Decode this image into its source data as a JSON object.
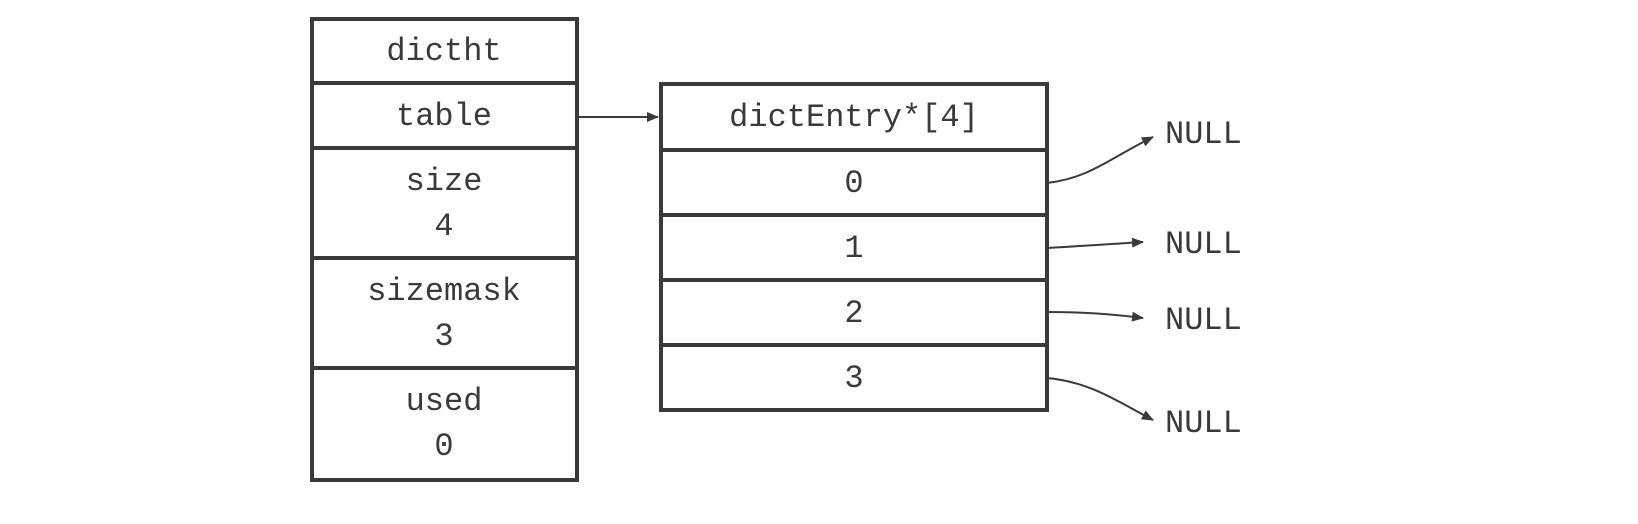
{
  "dictht": {
    "title": "dictht",
    "fields": [
      {
        "name": "table",
        "value": ""
      },
      {
        "name": "size",
        "value": "4"
      },
      {
        "name": "sizemask",
        "value": "3"
      },
      {
        "name": "used",
        "value": "0"
      }
    ]
  },
  "array": {
    "header": "dictEntry*[4]",
    "slots": [
      "0",
      "1",
      "2",
      "3"
    ]
  },
  "null_label": "NULL",
  "colors": {
    "stroke": "#3a3a3a",
    "background": "#ffffff"
  }
}
